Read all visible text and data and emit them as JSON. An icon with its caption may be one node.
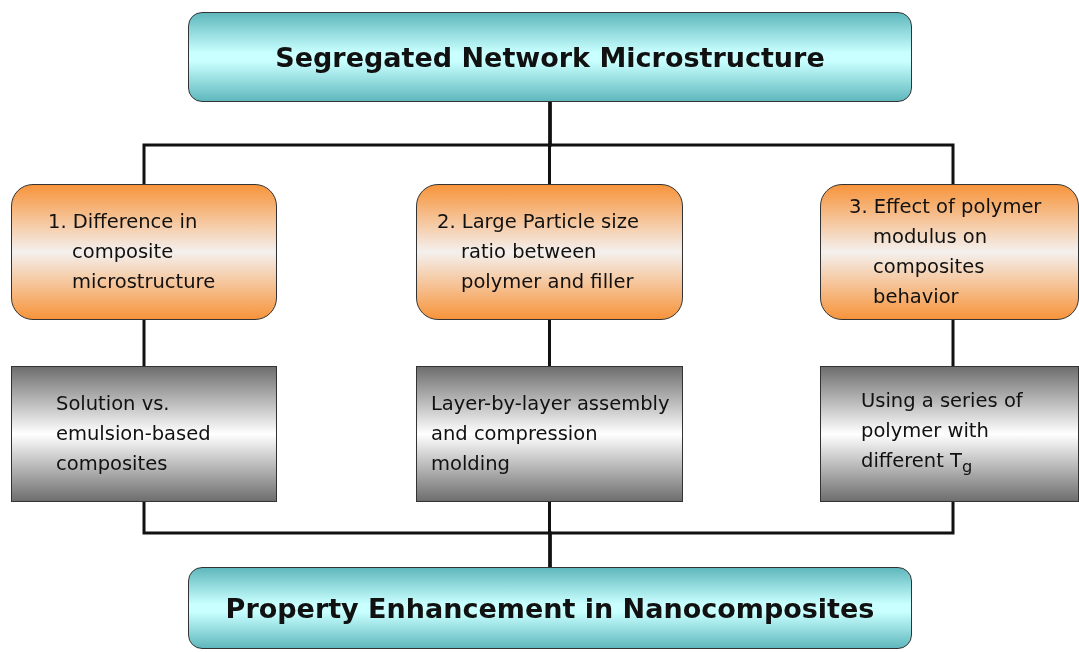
{
  "diagram": {
    "nodes": [
      {
        "text": [
          "Segregated Network Microstructure"
        ]
      },
      {
        "text": [
          "1. Difference in composite microstructure"
        ]
      },
      {
        "text": [
          "2. Large Particle size ratio between polymer and filler"
        ]
      },
      {
        "text": [
          "3. Effect of polymer modulus on composites behavior"
        ]
      },
      {
        "text": [
          "Solution vs. emulsion-based composites"
        ]
      },
      {
        "text": [
          "Layer-by-layer assembly and compression molding"
        ]
      },
      {
        "text": [
          "Using a series of polymer with different T$_{g}$"
        ]
      },
      {
        "text": [
          "Property Enhancement in Nanocomposites"
        ]
      }
    ],
    "edges": [
      {
        "from": 0,
        "to": 1,
        "arrow": "none"
      },
      {
        "from": 0,
        "to": 2,
        "arrow": "none"
      },
      {
        "from": 0,
        "to": 3,
        "arrow": "none"
      },
      {
        "from": 1,
        "to": 4,
        "arrow": "none"
      },
      {
        "from": 2,
        "to": 5,
        "arrow": "none"
      },
      {
        "from": 3,
        "to": 6,
        "arrow": "none"
      },
      {
        "from": 4,
        "to": 7,
        "arrow": "none"
      },
      {
        "from": 5,
        "to": 7,
        "arrow": "none"
      },
      {
        "from": 6,
        "to": 7,
        "arrow": "none"
      }
    ]
  }
}
